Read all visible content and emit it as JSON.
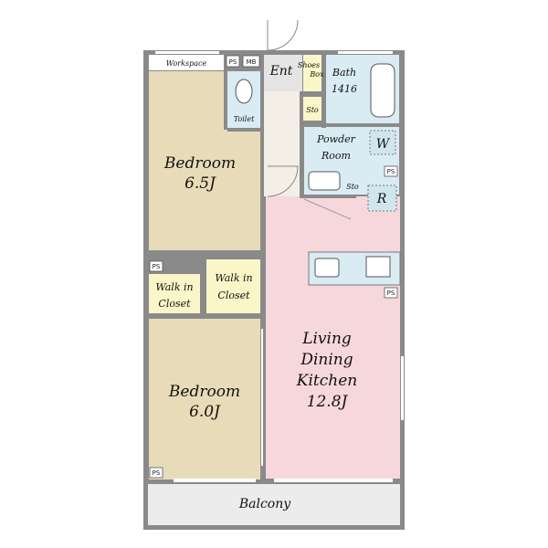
{
  "colors": {
    "bedroom": "#e8dcb8",
    "closet": "#fbf6c8",
    "wet_area": "#d9ecf4",
    "ldk": "#f6d8dc",
    "balcony": "#ececec",
    "hall": "#f3efe6",
    "wall": "#8a8a8a"
  },
  "rooms": {
    "workspace": "Workspace",
    "ps": "PS",
    "mb": "MB",
    "entrance": "Ent",
    "shoes_box_1": "Shoes",
    "shoes_box_2": "Box",
    "bath_1": "Bath",
    "bath_2": "1416",
    "toilet": "Toilet",
    "sto": "Sto",
    "powder_1": "Powder",
    "powder_2": "Room",
    "washer": "W",
    "fridge": "R",
    "bedroom1_1": "Bedroom",
    "bedroom1_2": "6.5J",
    "walkin_a_1": "Walk in",
    "walkin_a_2": "Closet",
    "walkin_b_1": "Walk in",
    "walkin_b_2": "Closet",
    "ldk_1": "Living",
    "ldk_2": "Dining",
    "ldk_3": "Kitchen",
    "ldk_4": "12.8J",
    "bedroom2_1": "Bedroom",
    "bedroom2_2": "6.0J",
    "balcony": "Balcony"
  }
}
